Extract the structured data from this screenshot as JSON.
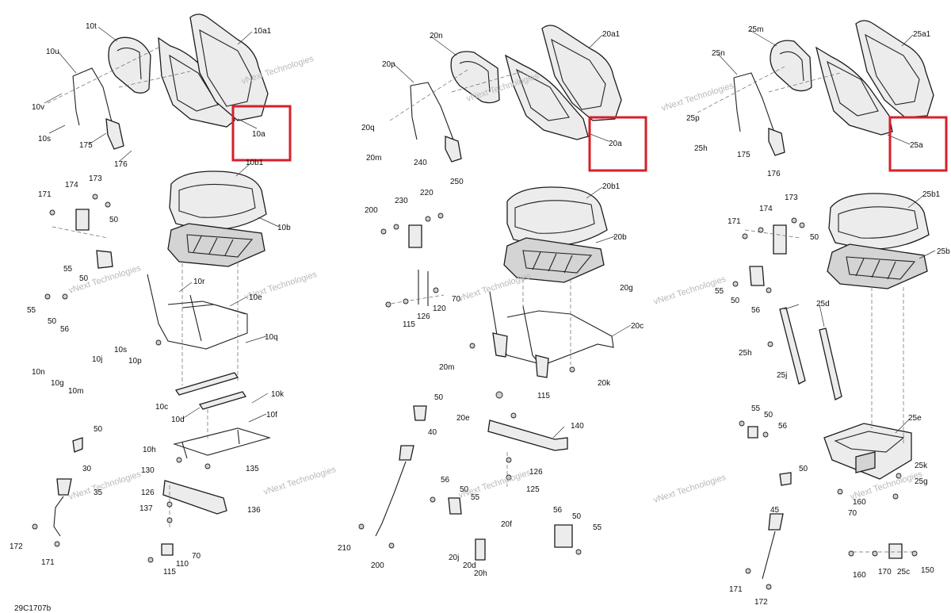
{
  "document_code": "29C1707b",
  "watermark_text": "vNext Technologies",
  "highlight_color": "#d6202a",
  "highlighted_callouts": [
    "10a",
    "20a",
    "25a"
  ],
  "callouts": [
    "10t",
    "10a1",
    "10u",
    "10v",
    "10s",
    "175",
    "176",
    "10a",
    "10b1",
    "171",
    "174",
    "173",
    "50",
    "10b",
    "55",
    "50",
    "10r",
    "10e",
    "55",
    "50",
    "56",
    "10s",
    "10p",
    "10q",
    "10n",
    "10j",
    "10g",
    "10m",
    "10c",
    "10k",
    "10d",
    "10f",
    "50",
    "10h",
    "30",
    "130",
    "135",
    "126",
    "35",
    "137",
    "136",
    "172",
    "171",
    "70",
    "110",
    "115",
    "20n",
    "20a1",
    "20p",
    "20q",
    "20m",
    "240",
    "250",
    "20a",
    "20b1",
    "200",
    "230",
    "220",
    "20b",
    "120",
    "70",
    "20g",
    "115",
    "126",
    "20c",
    "20m",
    "20k",
    "50",
    "20e",
    "115",
    "140",
    "40",
    "126",
    "125",
    "56",
    "50",
    "55",
    "20f",
    "56",
    "50",
    "55",
    "210",
    "200",
    "20j",
    "20d",
    "20h",
    "25m",
    "25a1",
    "25n",
    "25p",
    "25h",
    "175",
    "176",
    "25a",
    "173",
    "171",
    "174",
    "50",
    "25b1",
    "25b",
    "55",
    "50",
    "56",
    "25d",
    "25h",
    "25j",
    "55",
    "50",
    "56",
    "25e",
    "50",
    "25k",
    "25g",
    "160",
    "70",
    "45",
    "160",
    "170",
    "25c",
    "150",
    "171",
    "172"
  ]
}
